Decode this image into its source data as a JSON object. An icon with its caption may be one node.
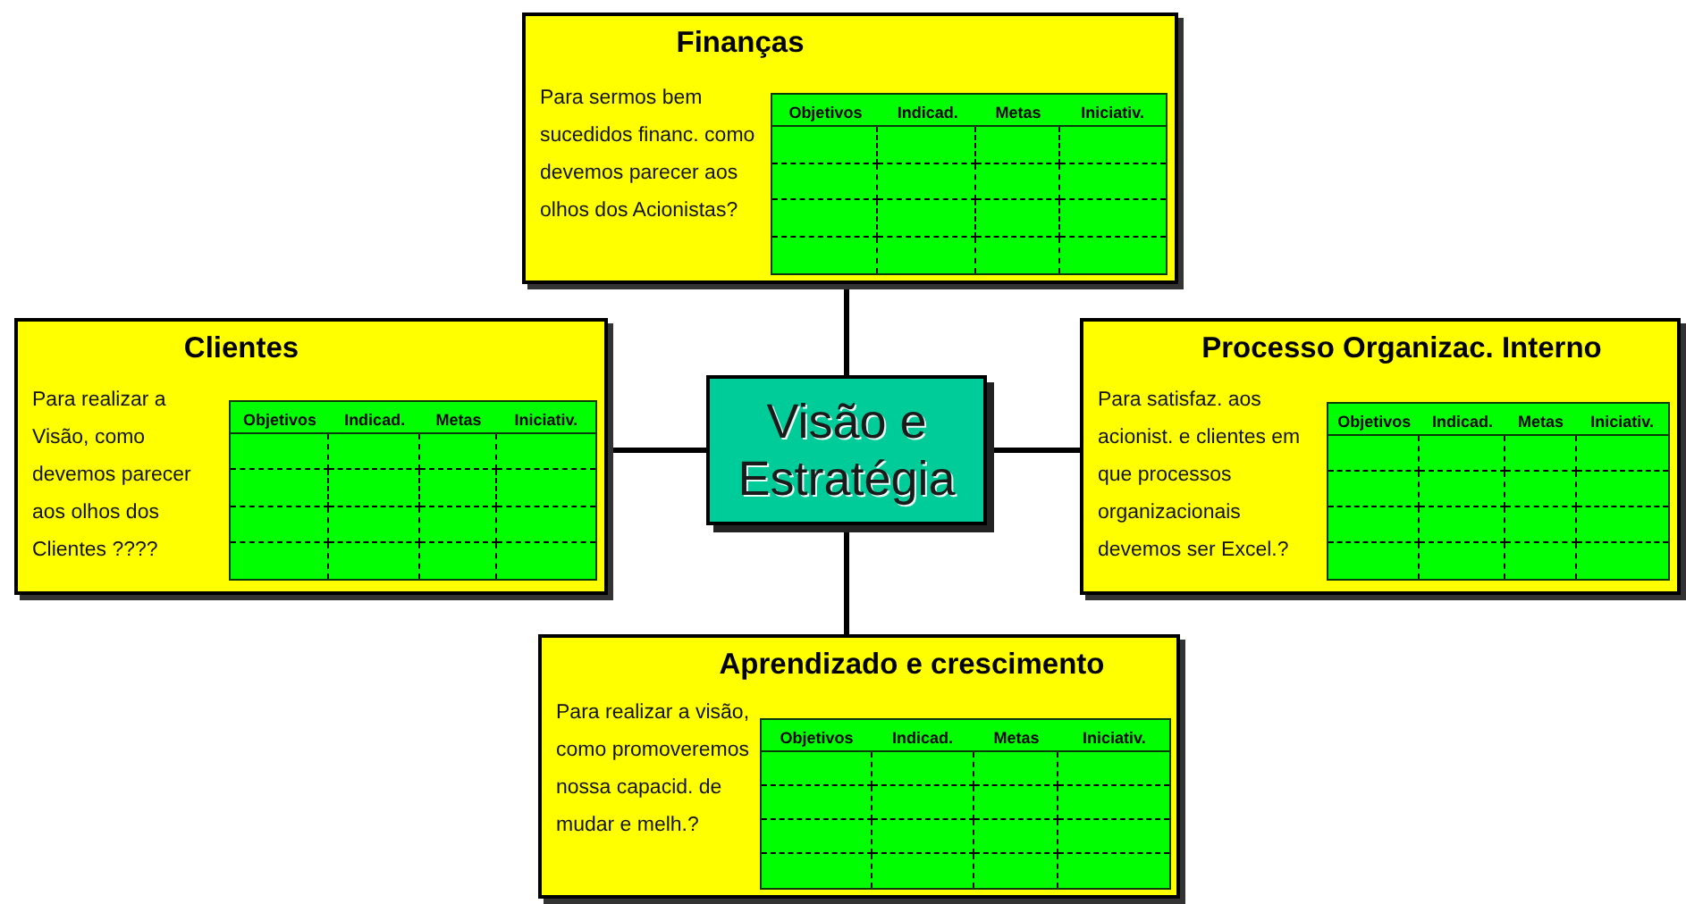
{
  "diagram": {
    "nodes": [
      {
        "text": [
          "Finanças",
          "Para sermos bem sucedidos financ. como devemos parecer aos olhos dos Acionistas?"
        ]
      },
      {
        "text": [
          "Objetivos",
          "Indicad.",
          "Metas",
          "Iniciativ."
        ],
        "in": 0
      },
      {
        "text": [
          "Clientes",
          "Para realizar a Visão, como devemos parecer aos olhos dos Clientes ????"
        ]
      },
      {
        "text": [
          "Objetivos",
          "Indicad.",
          "Metas",
          "Iniciativ."
        ],
        "in": 2
      },
      {
        "text": [
          "Visão e Estratégia"
        ]
      },
      {
        "text": [
          "Processo Organizac. Interno",
          "Para satisfaz. aos acionist. e clientes em que processos organizacionais devemos ser Excel.?"
        ]
      },
      {
        "text": [
          "Objetivos",
          "Indicad.",
          "Metas",
          "Iniciativ."
        ],
        "in": 5
      },
      {
        "text": [
          "Aprendizado e crescimento",
          "Para realizar a visão, como promoveremos nossa capacid. de mudar e melh.?"
        ]
      },
      {
        "text": [
          "Objetivos",
          "Indicad.",
          "Metas",
          "Iniciativ."
        ],
        "in": 7
      }
    ],
    "edges": [
      {
        "from": 4,
        "to": 0,
        "arrow": "none"
      },
      {
        "from": 4,
        "to": 2,
        "arrow": "none"
      },
      {
        "from": 4,
        "to": 5,
        "arrow": "none"
      },
      {
        "from": 4,
        "to": 7,
        "arrow": "none"
      }
    ]
  }
}
